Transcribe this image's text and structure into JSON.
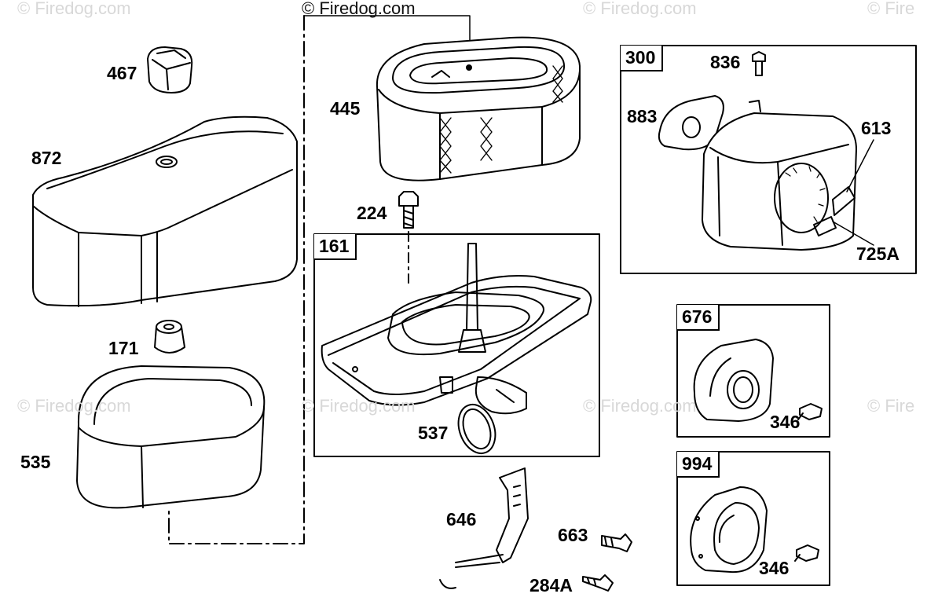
{
  "watermark": "© Firedog.com",
  "watermark_right": "© Fire",
  "parts": {
    "p467": "467",
    "p872": "872",
    "p171": "171",
    "p535": "535",
    "p445": "445",
    "p224": "224",
    "p161": "161",
    "p537": "537",
    "p646": "646",
    "p663": "663",
    "p284a": "284A",
    "p300": "300",
    "p836": "836",
    "p883": "883",
    "p613": "613",
    "p725a": "725A",
    "p676": "676",
    "p346a": "346",
    "p994": "994",
    "p346b": "346"
  },
  "colors": {
    "line": "#000000",
    "watermark": "#d8d8d8"
  }
}
